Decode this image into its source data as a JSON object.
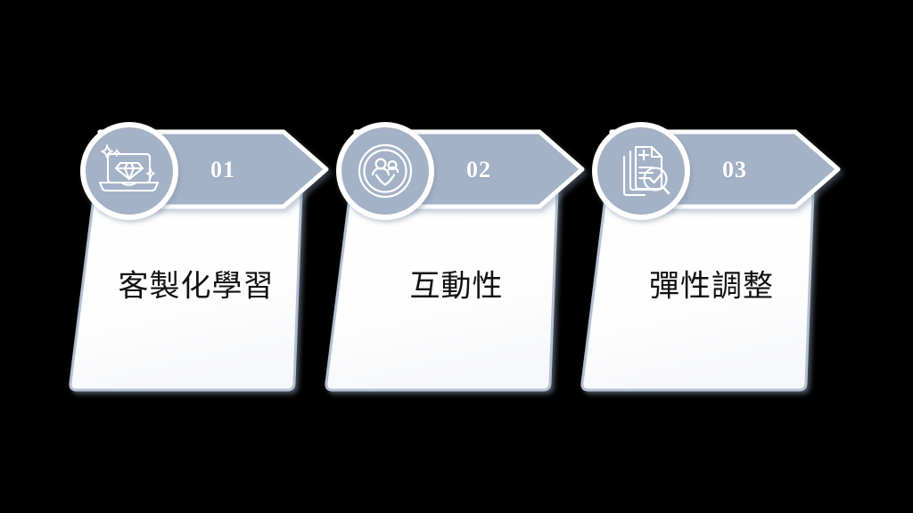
{
  "slide": {
    "background_color": "#000000",
    "accent_color": "#a3b2c7",
    "card_fill_color": "#fdfdfd",
    "card_border_color": "#b3c0d3",
    "ring_color": "#ffffff",
    "number_color": "#ffffff",
    "label_color": "#111111",
    "layout": "three-step-arrow-banner-trapezoid-cards"
  },
  "steps": [
    {
      "number": "01",
      "label": "客製化學習",
      "icon": "laptop-diamond-icon",
      "icon_description": "laptop screen with diamond gem and sparkles"
    },
    {
      "number": "02",
      "label": "互動性",
      "icon": "people-check-circle-icon",
      "icon_description": "two people inside concentric circles with checkmark"
    },
    {
      "number": "03",
      "label": "彈性調整",
      "icon": "document-search-check-icon",
      "icon_description": "stacked documents with plus sign and magnifier with checkmark"
    }
  ]
}
